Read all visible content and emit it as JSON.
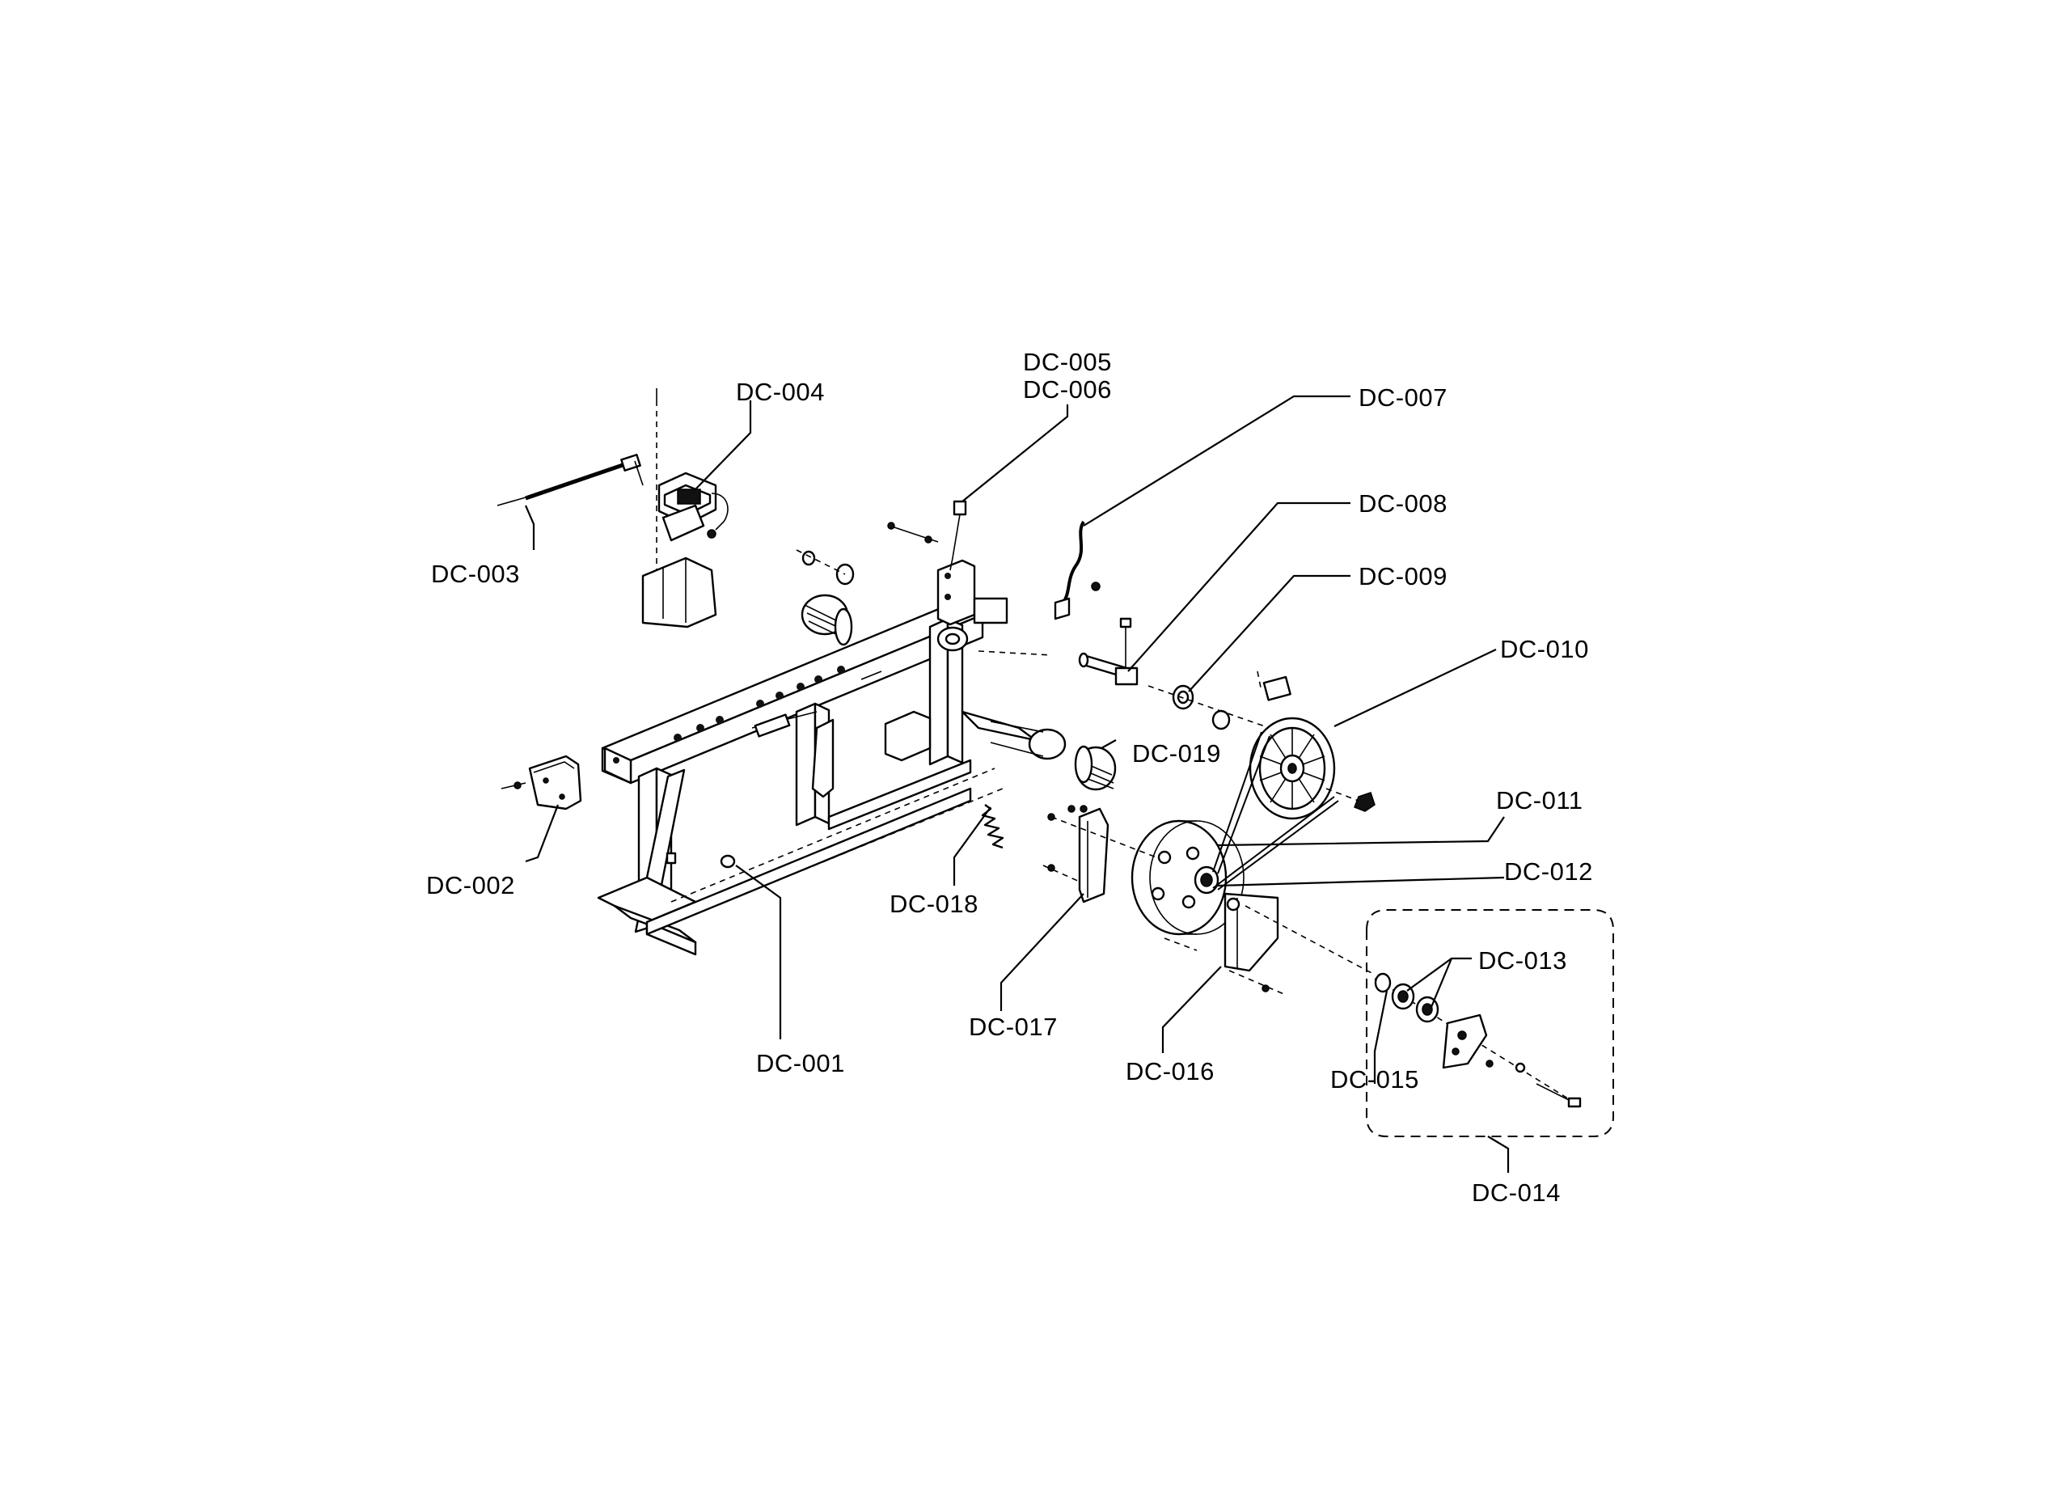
{
  "labels": {
    "dc001": "DC-001",
    "dc002": "DC-002",
    "dc003": "DC-003",
    "dc004": "DC-004",
    "dc005": "DC-005",
    "dc006": "DC-006",
    "dc007": "DC-007",
    "dc008": "DC-008",
    "dc009": "DC-009",
    "dc010": "DC-010",
    "dc011": "DC-011",
    "dc012": "DC-012",
    "dc013": "DC-013",
    "dc014": "DC-014",
    "dc015": "DC-015",
    "dc016": "DC-016",
    "dc017": "DC-017",
    "dc018": "DC-018",
    "dc019": "DC-019"
  }
}
